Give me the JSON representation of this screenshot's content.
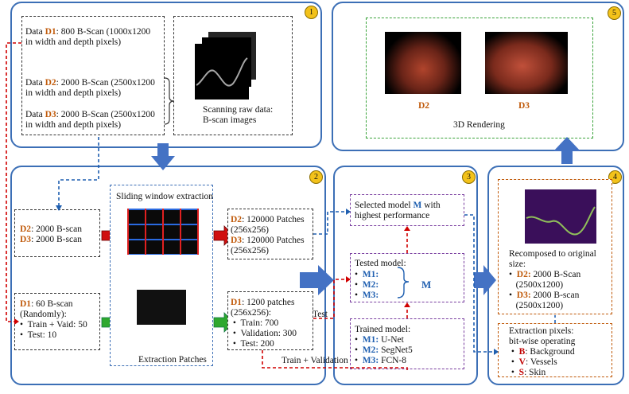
{
  "panels": {
    "p1": "1",
    "p2": "2",
    "p3": "3",
    "p4": "4",
    "p5": "5"
  },
  "p1": {
    "d1": {
      "pre": "Data ",
      "tag": "D1",
      "text": ": 800 B-Scan (1000x1200",
      "text2": "in width and depth pixels)"
    },
    "d2": {
      "pre": "Data ",
      "tag": "D2",
      "text": ": 2000 B-Scan (2500x1200",
      "text2": "in width and depth pixels)"
    },
    "d3": {
      "pre": "Data ",
      "tag": "D3",
      "text": ": 2000 B-Scan (2500x1200",
      "text2": "in width and depth pixels)"
    },
    "raw1": "Scanning raw data:",
    "raw2": "B-scan images"
  },
  "p2": {
    "in_top": [
      {
        "tag": "D2",
        "text": ": 2000 B-scan"
      },
      {
        "tag": "D3",
        "text": ": 2000 B-scan"
      }
    ],
    "in_bottom": {
      "tag": "D1",
      "text": ": 60 B-scan",
      "text2": "(Randomly):",
      "items": [
        "Train + Vaid: 50",
        "Test: 10"
      ]
    },
    "sliding": "Sliding window extraction",
    "patches": "Extraction Patches",
    "out_top": [
      {
        "tag": "D2",
        "text": ": 120000 Patches",
        "text2": "(256x256)"
      },
      {
        "tag": "D3",
        "text": ": 120000 Patches",
        "text2": "(256x256)"
      }
    ],
    "out_bottom": {
      "tag": "D1",
      "text": ": 1200 patches",
      "text2": "(256x256):",
      "items": [
        "Train: 700",
        "Validation: 300",
        "Test: 200"
      ]
    }
  },
  "p3": {
    "selected": {
      "pre": "Selected model ",
      "tag": "M",
      "text": " with",
      "text2": "highest performance"
    },
    "tested": {
      "title": "Tested model:",
      "items": [
        "M1:",
        "M2:",
        "M3:"
      ],
      "brace_label": "M"
    },
    "trained": {
      "title": "Trained model:",
      "items": [
        {
          "tag": "M1:",
          "text": " U-Net"
        },
        {
          "tag": "M2:",
          "text": " SegNet5"
        },
        {
          "tag": "M3:",
          "text": " FCN-8"
        }
      ]
    }
  },
  "p4": {
    "recomp": "Recomposed to original",
    "recomp2": "size:",
    "items": [
      {
        "tag": "D2:",
        "text": " 2000 B-Scan",
        "text2": "(2500x1200)"
      },
      {
        "tag": "D3:",
        "text": " 2000 B-scan",
        "text2": "(2500x1200)"
      }
    ],
    "extract": "Extraction pixels:",
    "extract2": "bit-wise operating",
    "classes": [
      {
        "tag": "B",
        "text": ": Background"
      },
      {
        "tag": "V",
        "text": ": Vessels"
      },
      {
        "tag": "S",
        "text": ": Skin"
      }
    ]
  },
  "p5": {
    "d2": "D2",
    "d3": "D3",
    "caption": "3D Rendering"
  },
  "flow": {
    "test": "Test",
    "trainval": "Train + Validation"
  },
  "colors": {
    "panel_border": "#3c6fb6",
    "arrow_blue": "#4472c4",
    "dashed_red": "#d00000",
    "tag_orange": "#c05a0a",
    "tag_blue": "#1f5fb0",
    "badge": "#f3c21a"
  }
}
